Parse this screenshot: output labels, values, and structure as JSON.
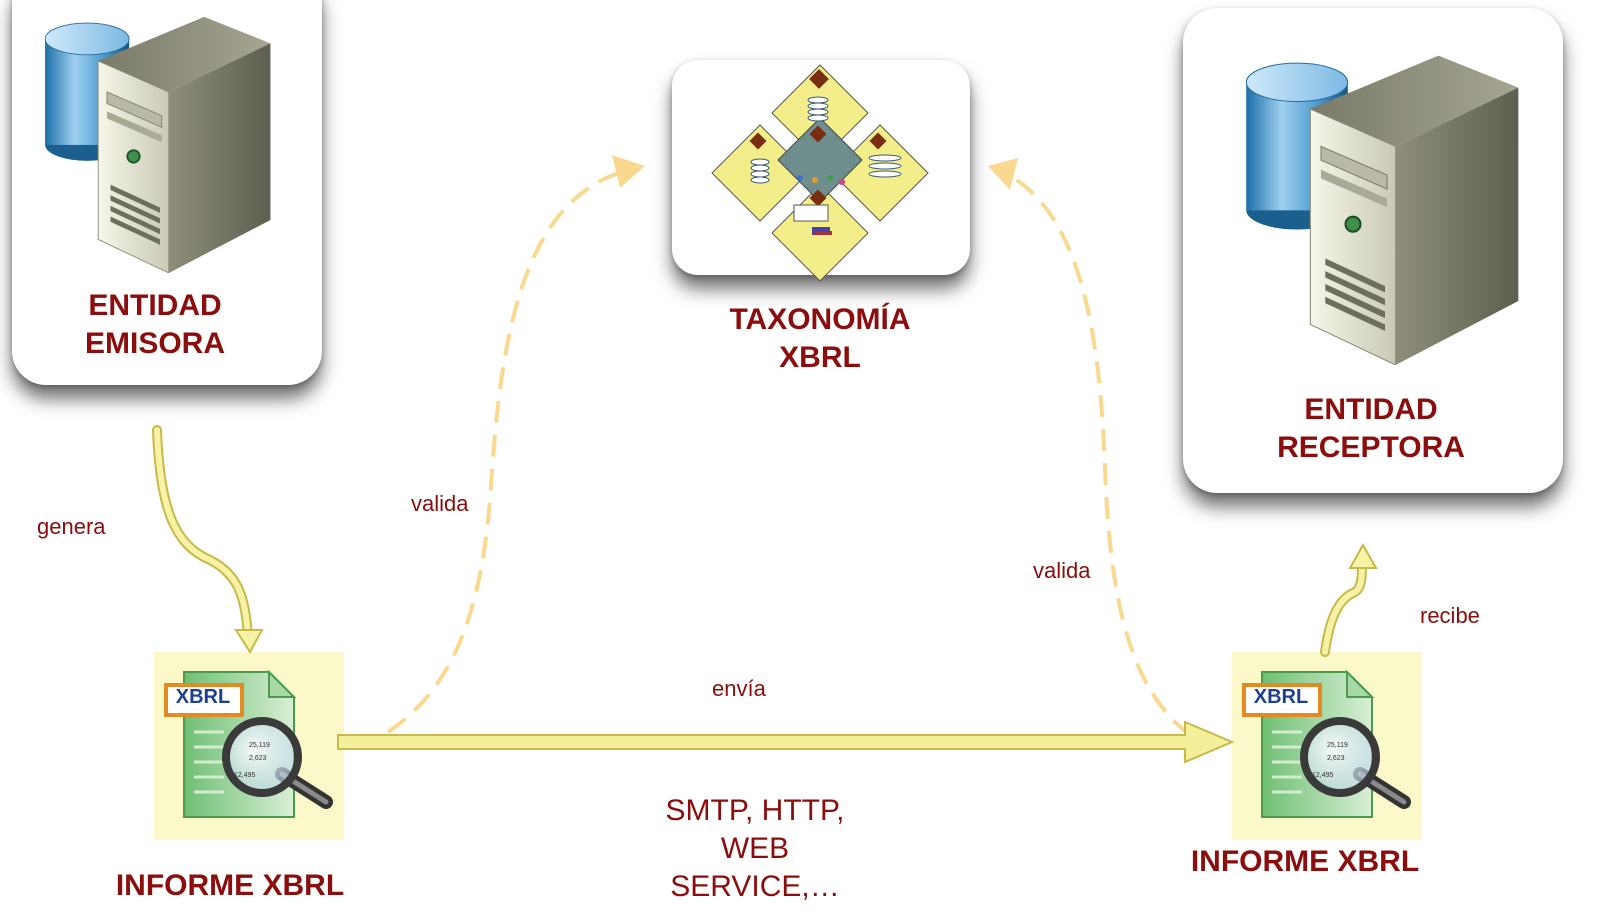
{
  "nodes": {
    "emisora": {
      "label": "ENTIDAD\nEMISORA"
    },
    "taxonomia": {
      "label": "TAXONOMÍA\nXBRL"
    },
    "receptora": {
      "label": "ENTIDAD\nRECEPTORA"
    },
    "informe_left": {
      "label": "INFORME XBRL",
      "badge": "XBRL"
    },
    "informe_right": {
      "label": "INFORME XBRL",
      "badge": "XBRL"
    }
  },
  "edges": {
    "genera": "genera",
    "valida_left": "valida",
    "valida_right": "valida",
    "envia": "envía",
    "recibe": "recibe",
    "protocols": "SMTP, HTTP,\nWEB\nSERVICE,…"
  },
  "colors": {
    "label": "#8b0d0d",
    "arrow_solid": "#f3ef9a",
    "arrow_dashed": "#f9d990",
    "doc_background": "#fbf9c9"
  },
  "icons": {
    "server": "server-database-icon",
    "taxonomy": "taxonomy-diagram-icon",
    "document": "xbrl-document-magnifier-icon"
  }
}
